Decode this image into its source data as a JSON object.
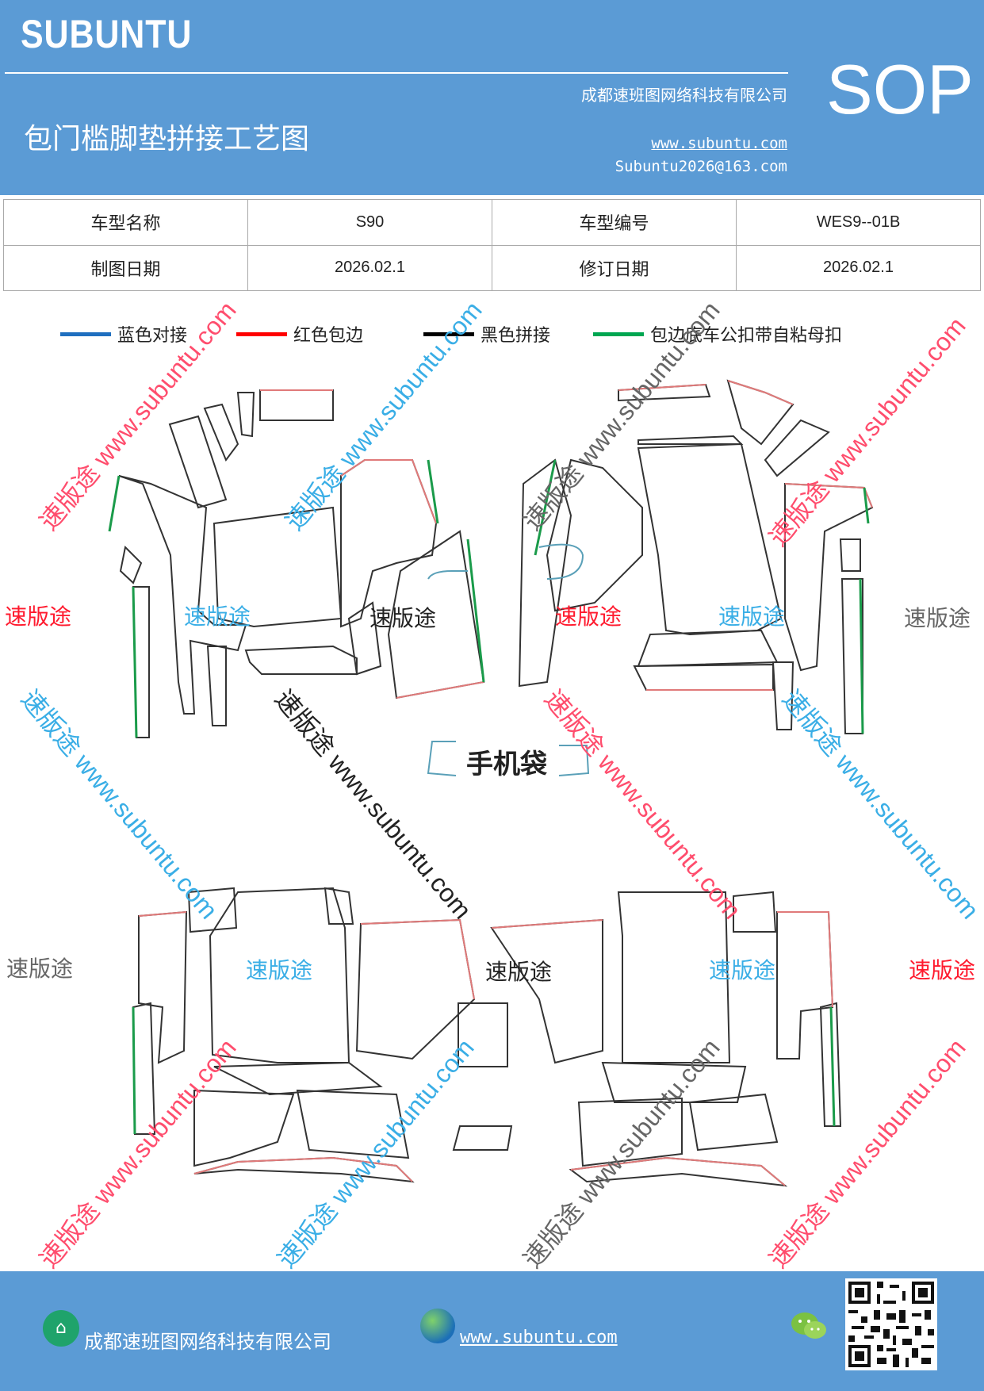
{
  "header": {
    "brand": "SUBUNTU",
    "company": "成都速班图网络科技有限公司",
    "title": "包门槛脚垫拼接工艺图",
    "website": "www.subuntu.com",
    "email": "Subuntu2026@163.com",
    "doc_type": "SOP"
  },
  "info_table": {
    "row1": {
      "label1": "车型名称",
      "value1": "S90",
      "label2": "车型编号",
      "value2": "WES9--01B"
    },
    "row2": {
      "label1": "制图日期",
      "value1": "2026.02.1",
      "label2": "修订日期",
      "value2": "2026.02.1"
    }
  },
  "legend": [
    {
      "label": "蓝色对接",
      "color": "#1f6fbf"
    },
    {
      "label": "红色包边",
      "color": "#ff0000"
    },
    {
      "label": "黑色拼接",
      "color": "#000000"
    },
    {
      "label": "包边底车公扣带自粘母扣",
      "color": "#00a651"
    }
  ],
  "watermarks": {
    "brand_cn": "速版途",
    "diag_text": "速版途 www.subuntu.com",
    "diag_text_rev": "速版途 www.subuntu.com"
  },
  "drawing": {
    "phone_bag_label": "手机袋"
  },
  "footer": {
    "company": "成都速班图网络科技有限公司",
    "website": "www.subuntu.com"
  },
  "colors": {
    "header_bg": "#5b9bd5",
    "outline": "#333333",
    "red_edge": "#e07a7a",
    "green_edge": "#1a9b4a",
    "blue_edge": "#5aa0b8"
  }
}
